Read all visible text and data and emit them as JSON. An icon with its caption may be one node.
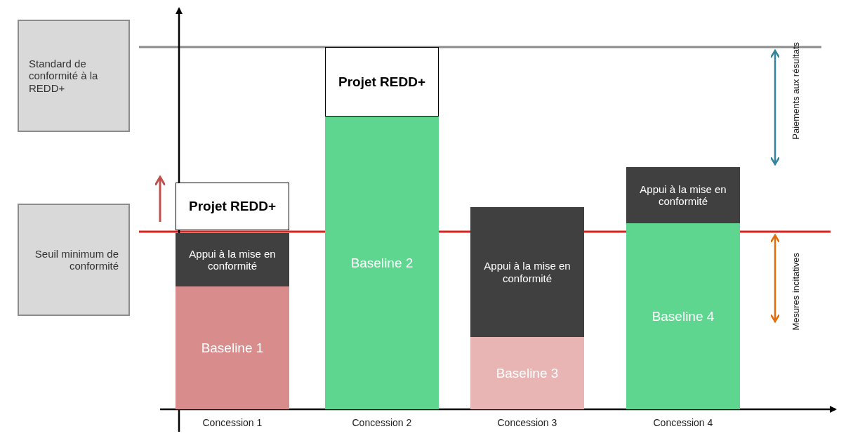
{
  "diagram": {
    "nodes": [
      {
        "text": [
          "Standard de conformité à la REDD+"
        ]
      },
      {
        "text": [
          "Seuil minimum de conformité"
        ]
      },
      {
        "text": [
          "Projet REDD+"
        ]
      },
      {
        "text": [
          "Appui à la mise en conformité"
        ]
      },
      {
        "text": [
          "Baseline 1"
        ]
      },
      {
        "text": [
          "Projet REDD+"
        ]
      },
      {
        "text": [
          "Baseline 2"
        ]
      },
      {
        "text": [
          "Appui à la mise en conformité"
        ]
      },
      {
        "text": [
          "Baseline 3"
        ]
      },
      {
        "text": [
          "Appui à la mise en conformité"
        ]
      },
      {
        "text": [
          "Baseline 4"
        ]
      }
    ],
    "labels": [
      "Paiements aux résultats",
      "Mesures incitatives",
      "Concession 1",
      "Concession 2",
      "Concession 3",
      "Concession 4"
    ]
  }
}
